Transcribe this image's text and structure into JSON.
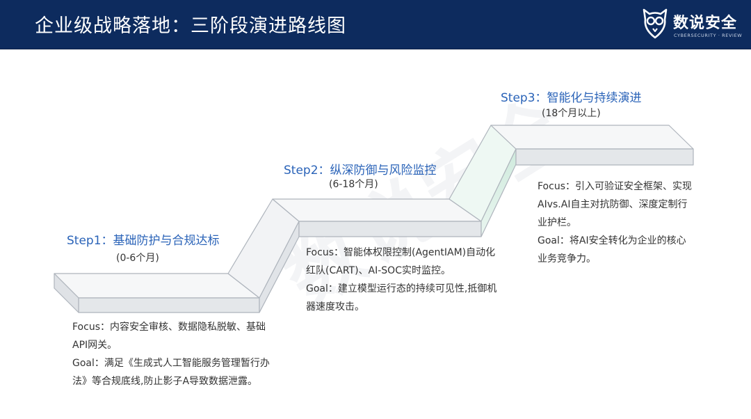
{
  "header": {
    "title": "企业级战略落地：三阶段演进路线图",
    "logo_text": "数说安全",
    "logo_sub": "CYBERSECURITY · REVIEW"
  },
  "watermark": "数说安全",
  "steps": [
    {
      "title": "Step1：基础防护与合规达标",
      "range": "(0-6个月)",
      "focus": "Focus：内容安全审核、数据隐私脱敏、基础API网关。",
      "goal": "Goal：满足《生成式人工智能服务管理暂行办法》等合规底线,防止影子A导致数据泄露。"
    },
    {
      "title": "Step2：纵深防御与风险监控",
      "range": "(6-18个月)",
      "focus": "Focus：智能体权限控制(AgentIAM)自动化红队(CART)、AI-SOC实时监控。",
      "goal": "Goal：建立模型运行态的持续可见性,抵御机器速度攻击。"
    },
    {
      "title": "Step3：智能化与持续演进",
      "range": "(18个月以上)",
      "focus": "Focus：引入可验证安全框架、实现AIvs.AI自主对抗防御、深度定制行业护栏。",
      "goal": "Goal：将AI安全转化为企业的核心业务竞争力。"
    }
  ],
  "colors": {
    "header_bg": "#0d2b5e",
    "step_title": "#2a63b8",
    "accent_mint": "#d8eee4",
    "stair_top": "#f6f7f8",
    "stair_front": "#e7e9ec",
    "stair_edge": "#aeb4bc"
  },
  "icons": [
    "owl-logo-icon"
  ]
}
